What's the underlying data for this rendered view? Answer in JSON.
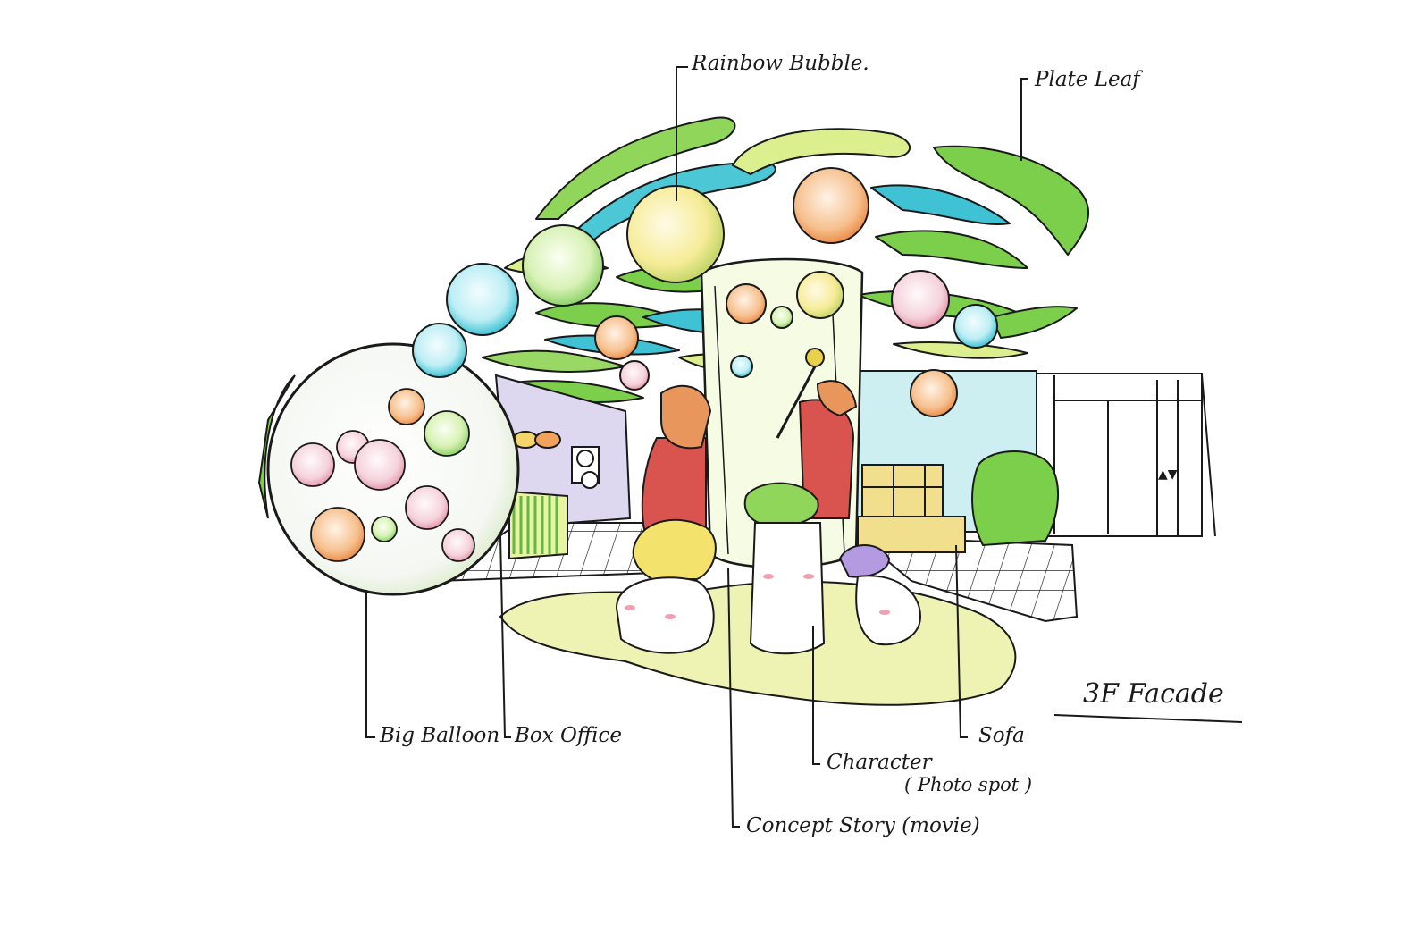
{
  "labels": {
    "rainbow_bubble": "Rainbow Bubble.",
    "plate_leaf": "Plate Leaf",
    "big_balloon": "Big Balloon",
    "box_office": "Box Office",
    "character": "Character",
    "photo_spot": "( Photo spot )",
    "concept_story": "Concept Story (movie)",
    "sofa": "Sofa",
    "facade_title": "3F Facade"
  },
  "colors": {
    "ink": "#1a1a1a",
    "leaf_green": "#7ccf4a",
    "leaf_cyan": "#3fc3d4",
    "leaf_yellow": "#d9ec8a",
    "floor_yellow": "#eef3b4",
    "sofa_yellow": "#f1df8d",
    "bubble_orange": "#f2a25c",
    "bubble_pink": "#f0b9c6",
    "bubble_blue": "#6fd0e0",
    "character_red": "#d9544e"
  }
}
